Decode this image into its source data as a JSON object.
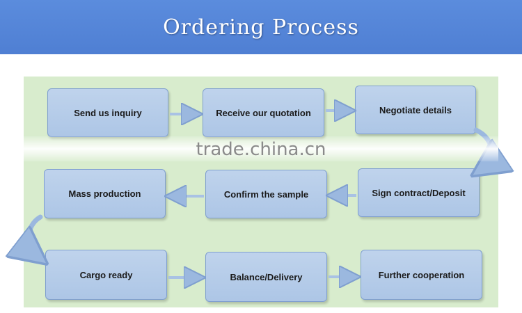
{
  "header": {
    "title": "Ordering Process"
  },
  "watermark": "trade.china.cn",
  "steps": [
    "Send us inquiry",
    "Receive our quotation",
    "Negotiate details",
    "Sign contract/Deposit",
    "Confirm the sample",
    "Mass production",
    "Cargo ready",
    "Balance/Delivery",
    "Further cooperation"
  ],
  "colors": {
    "header": "#5b8cdd",
    "panel": "#d8eccd",
    "box": "#b9cfea",
    "arrow": "#9bb8df"
  }
}
